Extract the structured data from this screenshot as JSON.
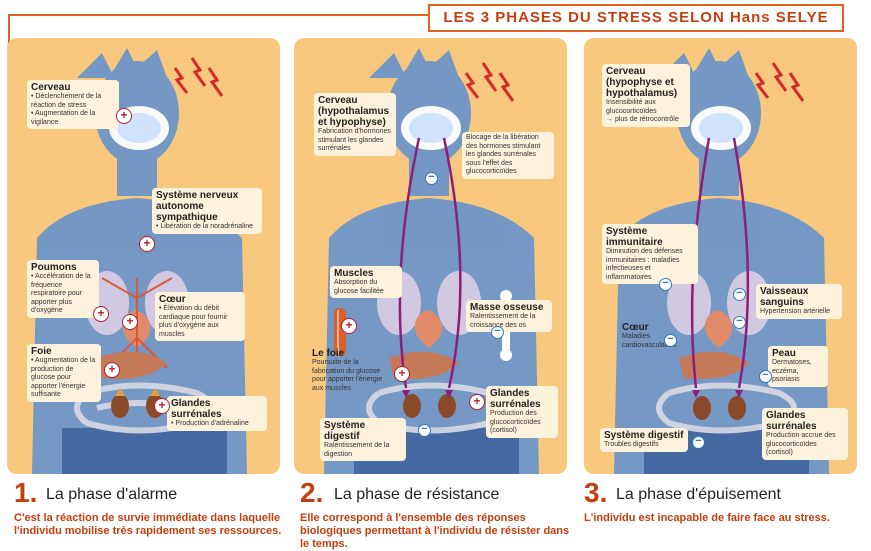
{
  "banner": {
    "prefix": "LES 3 PHASES DU STRESS SELON",
    "name": "Hans SELYE"
  },
  "phases": [
    {
      "number": "1.",
      "title": "La phase d'alarme",
      "description": "C'est la réaction de survie immédiate dans laquelle l'individu mobilise très rapidement ses ressources.",
      "labels": [
        {
          "title": "Cerveau",
          "desc": "• Déclenchement de la réaction de stress\n• Augmentation de la vigilance"
        },
        {
          "title": "Système nerveux autonome sympathique",
          "desc": "• Libération de la noradrénaline"
        },
        {
          "title": "Poumons",
          "desc": "• Accélération de la fréquence respiratoire pour apporter plus d'oxygène"
        },
        {
          "title": "Cœur",
          "desc": "• Élévation du débit cardiaque pour fournir plus d'oxygène aux muscles"
        },
        {
          "title": "Foie",
          "desc": "• Augmentation de la production de glucose pour apporter l'énergie suffisante"
        },
        {
          "title": "Glandes surrénales",
          "desc": "• Production d'adrénaline"
        }
      ]
    },
    {
      "number": "2.",
      "title": "La phase de résistance",
      "description": "Elle correspond à l'ensemble des réponses biologiques permettant à l'individu de résister dans le temps.",
      "labels": [
        {
          "title": "Cerveau (hypothalamus et hypophyse)",
          "desc": "Fabrication d'hormones stimulant les glandes surrénales"
        },
        {
          "title": "",
          "desc": "Blocage de la libération des hormones stimulant les glandes surrénales sous l'effet des glucocorticoïdes"
        },
        {
          "title": "Muscles",
          "desc": "Absorption du glucose facilitée"
        },
        {
          "title": "Masse osseuse",
          "desc": "Ralentissement de la croissance des os"
        },
        {
          "title": "Le foie",
          "desc": "Poursuite de la fabrication du glucose pour apporter l'énergie aux muscles"
        },
        {
          "title": "Glandes surrénales",
          "desc": "Production des glucocorticoïdes (cortisol)"
        },
        {
          "title": "Système digestif",
          "desc": "Ralentissement de la digestion"
        }
      ]
    },
    {
      "number": "3.",
      "title": "La phase d'épuisement",
      "description": "L'individu est incapable de faire face au stress.",
      "labels": [
        {
          "title": "Cerveau (hypophyse et hypothalamus)",
          "desc": "Insensibilité aux glucocorticoïdes\n→ plus de rétrocontrôle"
        },
        {
          "title": "Système immunitaire",
          "desc": "Diminution des défenses immunitaires : maladies infectieuses et inflammatoires"
        },
        {
          "title": "Vaisseaux sanguins",
          "desc": "Hypertension artérielle"
        },
        {
          "title": "Cœur",
          "desc": "Maladies cardiovasculaires"
        },
        {
          "title": "Peau",
          "desc": "Dermatoses, eczéma, psoriasis"
        },
        {
          "title": "Glandes surrénales",
          "desc": "Production accrue des glucocorticoïdes (cortisol)"
        },
        {
          "title": "Système digestif",
          "desc": "Troubles digestifs"
        }
      ]
    }
  ],
  "signs": {
    "plus": "+",
    "minus": "−"
  },
  "colors": {
    "orange": "#e0621c",
    "panel": "#f8c87f",
    "body": "#5f8fd0",
    "organ": "#e08a6a",
    "arrow": "#8c1f7a",
    "bolt": "#d42a2a"
  }
}
